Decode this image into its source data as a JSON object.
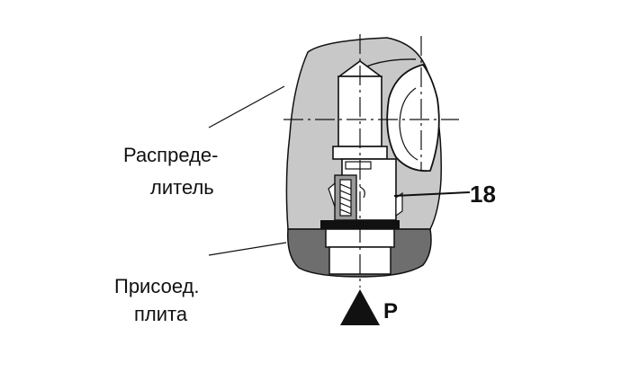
{
  "labels": {
    "distributor_line1": "Распреде-",
    "distributor_line2": "литель",
    "plate_line1": "Присоед.",
    "plate_line2": "плита",
    "part_number": "18",
    "pressure_port": "P"
  },
  "colors": {
    "body_gray": "#c8c8c8",
    "plate_dark": "#6e6e6e",
    "outline": "#111111",
    "background": "#ffffff"
  }
}
